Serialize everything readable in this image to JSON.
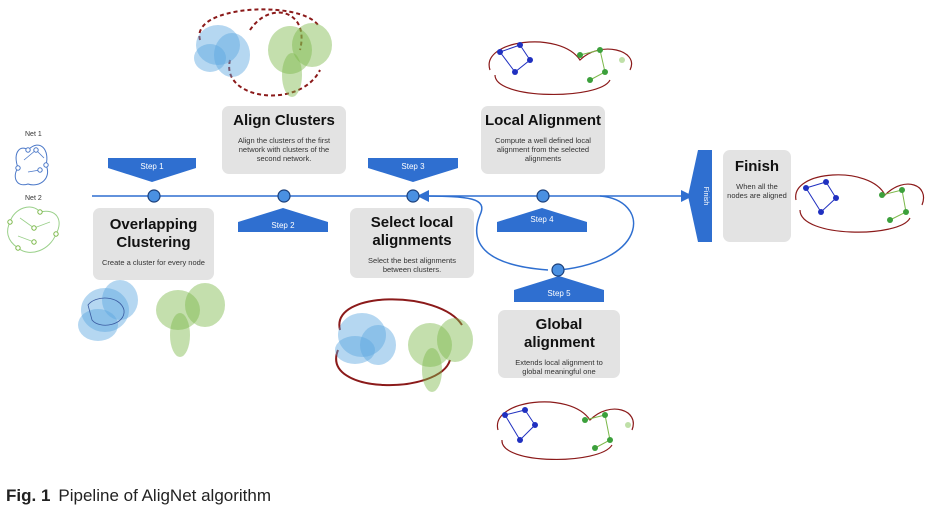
{
  "net_labels": {
    "net1": "Net 1",
    "net2": "Net 2"
  },
  "steps": {
    "step1": {
      "badge": "Step 1",
      "title": "Overlapping Clustering",
      "desc": "Create a cluster for every node"
    },
    "step2": {
      "badge": "Step 2",
      "title": "Align Clusters",
      "desc": "Align the clusters of the first network with clusters of the second network."
    },
    "step3": {
      "badge": "Step 3",
      "title": "Select local alignments",
      "desc": "Select the best alignments between clusters."
    },
    "step4": {
      "badge": "Step 4",
      "title": "Local Alignment",
      "desc": "Compute a well defined local alignment from the selected alignments"
    },
    "step5": {
      "badge": "Step 5",
      "title": "Global alignment",
      "desc": "Extends local alignment to global meaningful one"
    },
    "finish": {
      "badge": "Finish",
      "title": "Finish",
      "desc": "When all the nodes are aligned"
    }
  },
  "caption": {
    "label": "Fig. 1",
    "text": "Pipeline of AligNet algorithm"
  },
  "colors": {
    "arrow": "#2f6fd0",
    "badge": "#2f6fd0",
    "node_fill": "#4a90e2",
    "card": "#e3e3e3",
    "cluster_blue": "#5aa6e0",
    "cluster_green": "#7cb84a",
    "link_red": "#8b1a1a"
  }
}
